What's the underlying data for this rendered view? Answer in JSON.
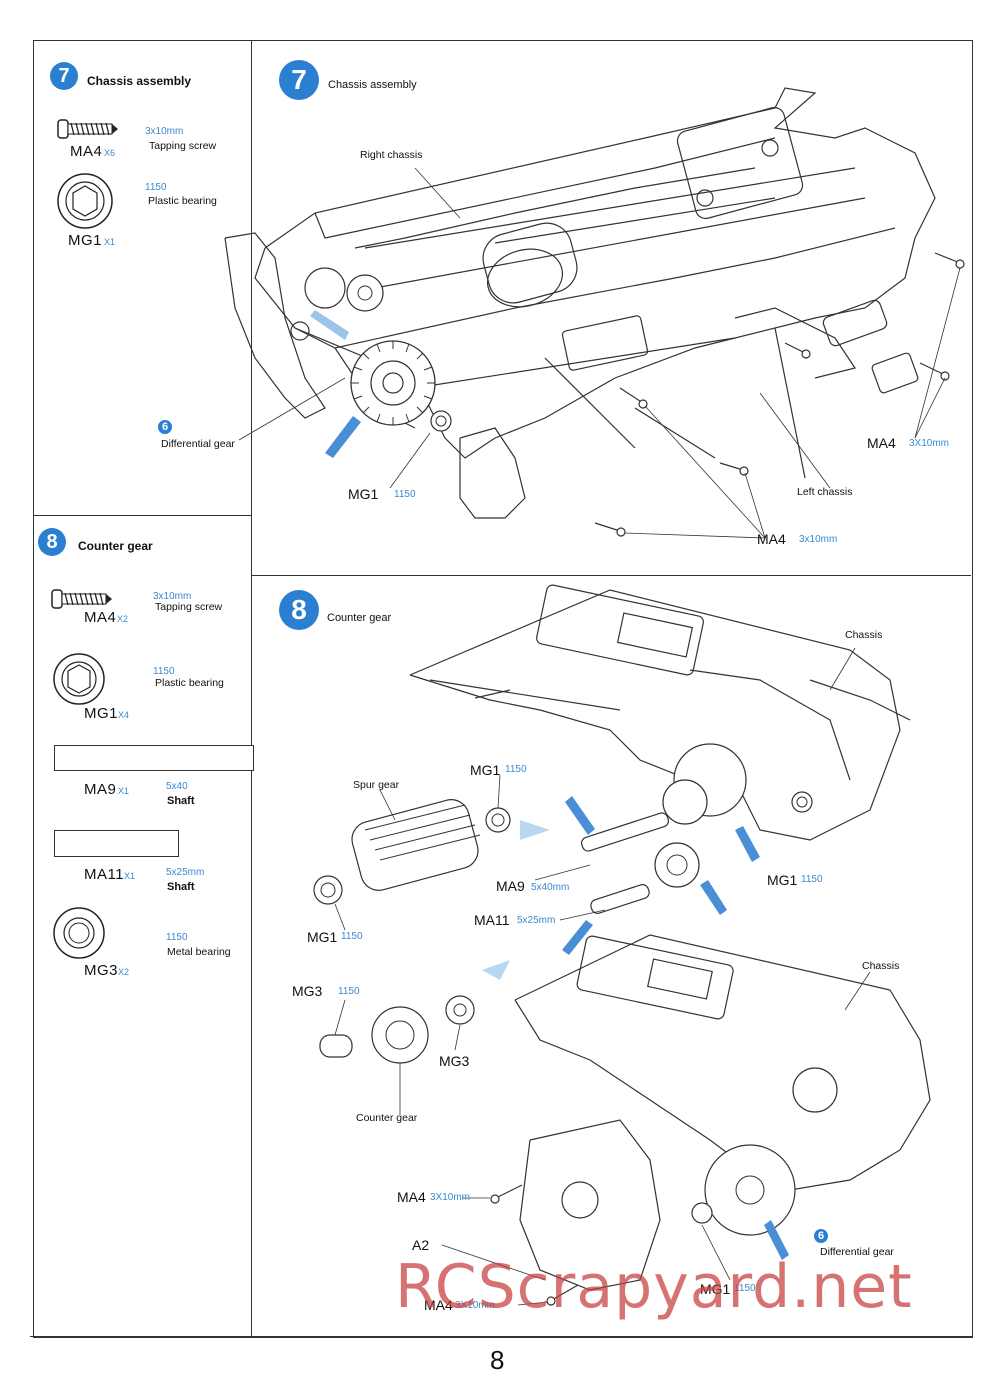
{
  "page_number": "8",
  "left_panel": {
    "step7": {
      "badge": "7",
      "title": "Chassis assembly",
      "parts": [
        {
          "code": "MA4",
          "qty": "X6",
          "spec": "3x10mm",
          "desc": "Tapping screw",
          "icon": "screw-icon"
        },
        {
          "code": "MG1",
          "qty": "X1",
          "spec": "1150",
          "desc": "Plastic bearing",
          "icon": "bearing-icon"
        }
      ]
    },
    "step8": {
      "badge": "8",
      "title": "Counter gear",
      "parts": [
        {
          "code": "MA4",
          "qty": "X2",
          "spec": "3x10mm",
          "desc": "Tapping screw",
          "icon": "screw-icon"
        },
        {
          "code": "MG1",
          "qty": "X4",
          "spec": "1150",
          "desc": "Plastic bearing",
          "icon": "bearing-icon"
        },
        {
          "code": "MA9",
          "qty": "X1",
          "spec": "5x40",
          "desc": "Shaft",
          "icon": "shaft-icon"
        },
        {
          "code": "MA11",
          "qty": "X1",
          "spec": "5x25mm",
          "desc": "Shaft",
          "icon": "shaft-icon"
        },
        {
          "code": "MG3",
          "qty": "X2",
          "spec": "1150",
          "desc": "Metal bearing",
          "icon": "bearing-icon"
        }
      ]
    }
  },
  "diagram7": {
    "badge": "7",
    "title": "Chassis assembly",
    "labels": {
      "right_chassis": "Right chassis",
      "left_chassis": "Left  chassis",
      "differential_gear": "Differential gear",
      "diff_badge": "6",
      "mg1": "MG1",
      "mg1_spec": "1150",
      "ma4_right": "MA4",
      "ma4_right_spec": "3X10mm",
      "ma4_bottom": "MA4",
      "ma4_bottom_spec": "3x10mm"
    }
  },
  "diagram8": {
    "badge": "8",
    "title": "Counter gear",
    "labels": {
      "chassis_top": "Chassis",
      "chassis_bottom": "Chassis",
      "spur_gear": "Spur gear",
      "mg1_a": "MG1",
      "mg1_a_spec": "1150",
      "mg1_b": "MG1",
      "mg1_b_spec": "1150",
      "mg1_c": "MG1",
      "mg1_c_spec": "1150",
      "mg1_d": "MG1",
      "mg1_d_spec": "1150",
      "ma9": "MA9",
      "ma9_spec": "5x40mm",
      "ma11": "MA11",
      "ma11_spec": "5x25mm",
      "mg3_a": "MG3",
      "mg3_a_spec": "1150",
      "mg3_b": "MG3",
      "counter_gear": "Counter gear",
      "ma4_a": "MA4",
      "ma4_a_spec": "3X10mm",
      "a2": "A2",
      "ma4_b": "MA4",
      "ma4_b_spec": "3X10mm",
      "differential_gear": "Differential gear",
      "diff_badge": "6"
    }
  },
  "watermark": "RCScrapyard.net",
  "colors": {
    "accent": "#2b7fd1",
    "spec_text": "#3b8ad0",
    "watermark": "#c83c3c"
  }
}
